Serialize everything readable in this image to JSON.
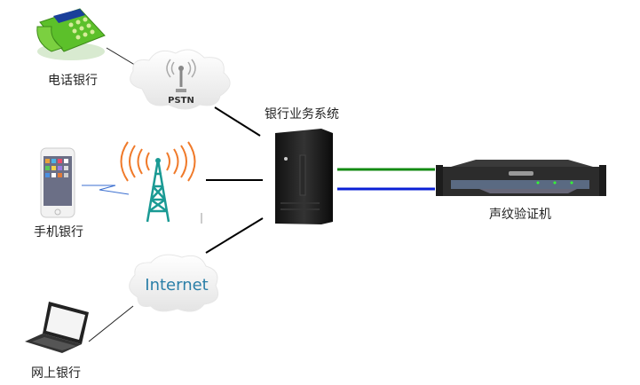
{
  "nodes": {
    "phone_banking": {
      "label": "电话银行",
      "icon": "telephone-icon"
    },
    "pstn": {
      "label": "PSTN",
      "icon": "cloud-icon"
    },
    "core_system": {
      "label": "银行业务系统",
      "icon": "server-tower-icon"
    },
    "mobile_banking": {
      "label": "手机银行",
      "icon": "smartphone-icon"
    },
    "cell_tower": {
      "icon": "cell-tower-icon"
    },
    "internet": {
      "label": "Internet",
      "icon": "cloud-icon"
    },
    "online_banking": {
      "label": "网上银行",
      "icon": "laptop-icon"
    },
    "voiceprint": {
      "label": "声纹验证机",
      "icon": "rack-server-icon"
    }
  },
  "colors": {
    "link_green": "#138a13",
    "link_blue": "#0a1fd6",
    "tower": "#1a9a94",
    "signal": "#f07a2a",
    "phone": "#5cc02a"
  }
}
